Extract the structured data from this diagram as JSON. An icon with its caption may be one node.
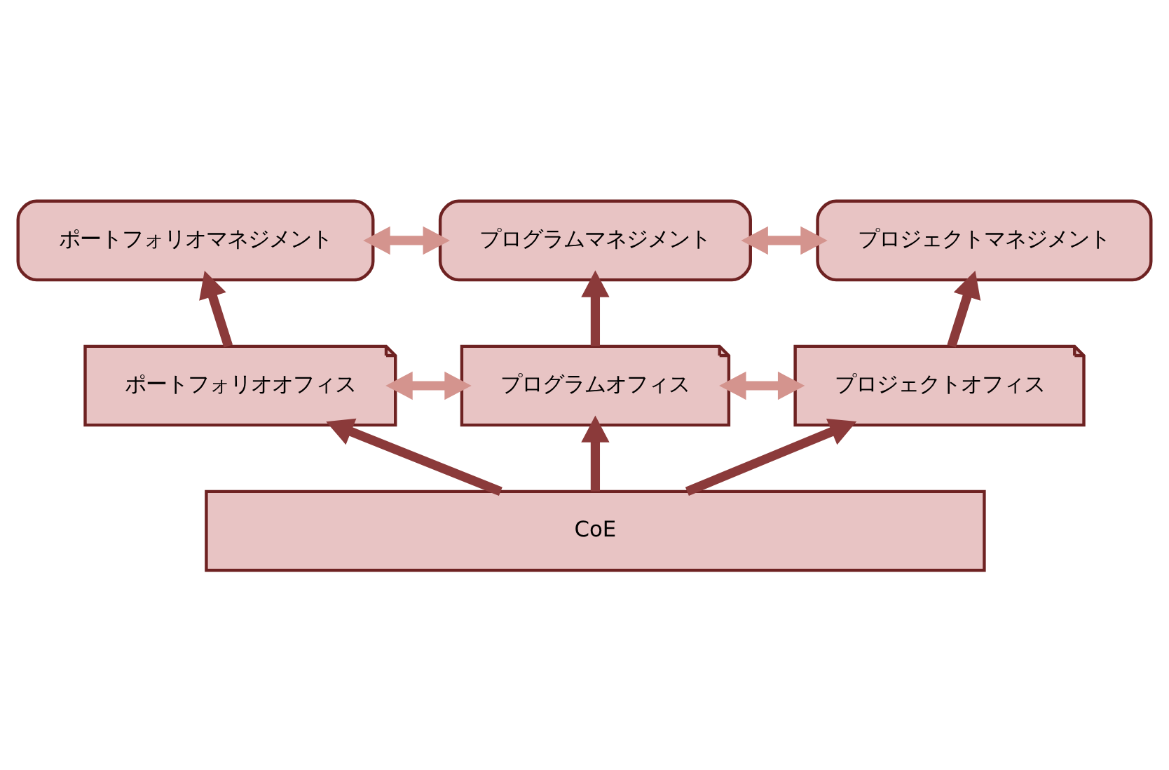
{
  "diagram": {
    "nodes": [
      {
        "text": [
          "ポートフォリオマネジメント"
        ]
      },
      {
        "text": [
          "プログラムマネジメント"
        ]
      },
      {
        "text": [
          "プロジェクトマネジメント"
        ]
      },
      {
        "text": [
          "ポートフォリオオフィス"
        ]
      },
      {
        "text": [
          "プログラムオフィス"
        ]
      },
      {
        "text": [
          "プロジェクトオフィス"
        ]
      },
      {
        "text": [
          "CoE"
        ]
      }
    ],
    "edges": [
      {
        "from": 0,
        "to": 1,
        "arrow": "both",
        "color": "#d4948e"
      },
      {
        "from": 1,
        "to": 2,
        "arrow": "both",
        "color": "#d4948e"
      },
      {
        "from": 3,
        "to": 4,
        "arrow": "both",
        "color": "#d4948e"
      },
      {
        "from": 4,
        "to": 5,
        "arrow": "both",
        "color": "#d4948e"
      },
      {
        "from": 3,
        "to": 0,
        "arrow": "to"
      },
      {
        "from": 4,
        "to": 1,
        "arrow": "to"
      },
      {
        "from": 5,
        "to": 2,
        "arrow": "to"
      },
      {
        "from": 6,
        "to": 3,
        "arrow": "to"
      },
      {
        "from": 6,
        "to": 4,
        "arrow": "to"
      },
      {
        "from": 6,
        "to": 5,
        "arrow": "to"
      }
    ]
  }
}
